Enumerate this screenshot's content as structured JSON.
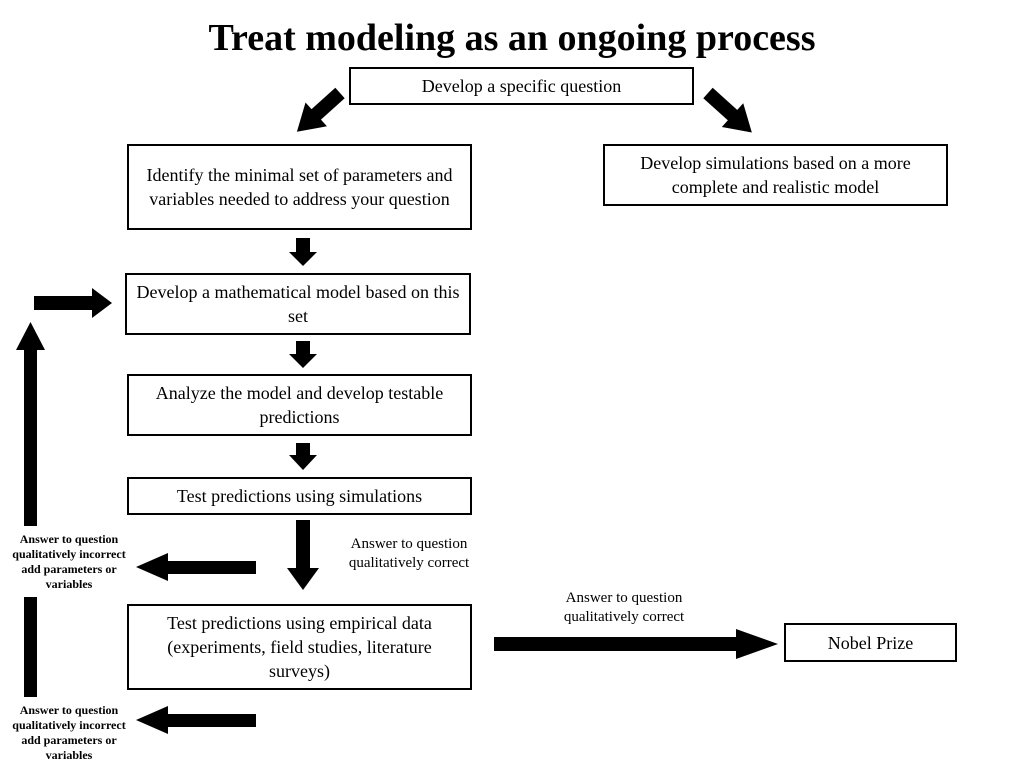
{
  "title": "Treat modeling as an ongoing process",
  "boxes": {
    "question": "Develop a specific question",
    "minimal_set": "Identify the minimal set of parameters and variables needed to address your question",
    "simulations_model": "Develop simulations based on a more complete and realistic model",
    "math_model": "Develop a mathematical model based on this set",
    "analyze": "Analyze the model and develop testable predictions",
    "test_simulations": "Test predictions using simulations",
    "test_empirical": "Test predictions using empirical data (experiments, field studies, literature surveys)",
    "nobel": "Nobel Prize"
  },
  "notes": {
    "correct_1": "Answer to question qualitatively correct",
    "correct_2": "Answer to question qualitatively correct",
    "incorrect_1": "Answer to question qualitatively incorrect add parameters or variables",
    "incorrect_2": "Answer to question qualitatively incorrect add parameters or variables"
  }
}
